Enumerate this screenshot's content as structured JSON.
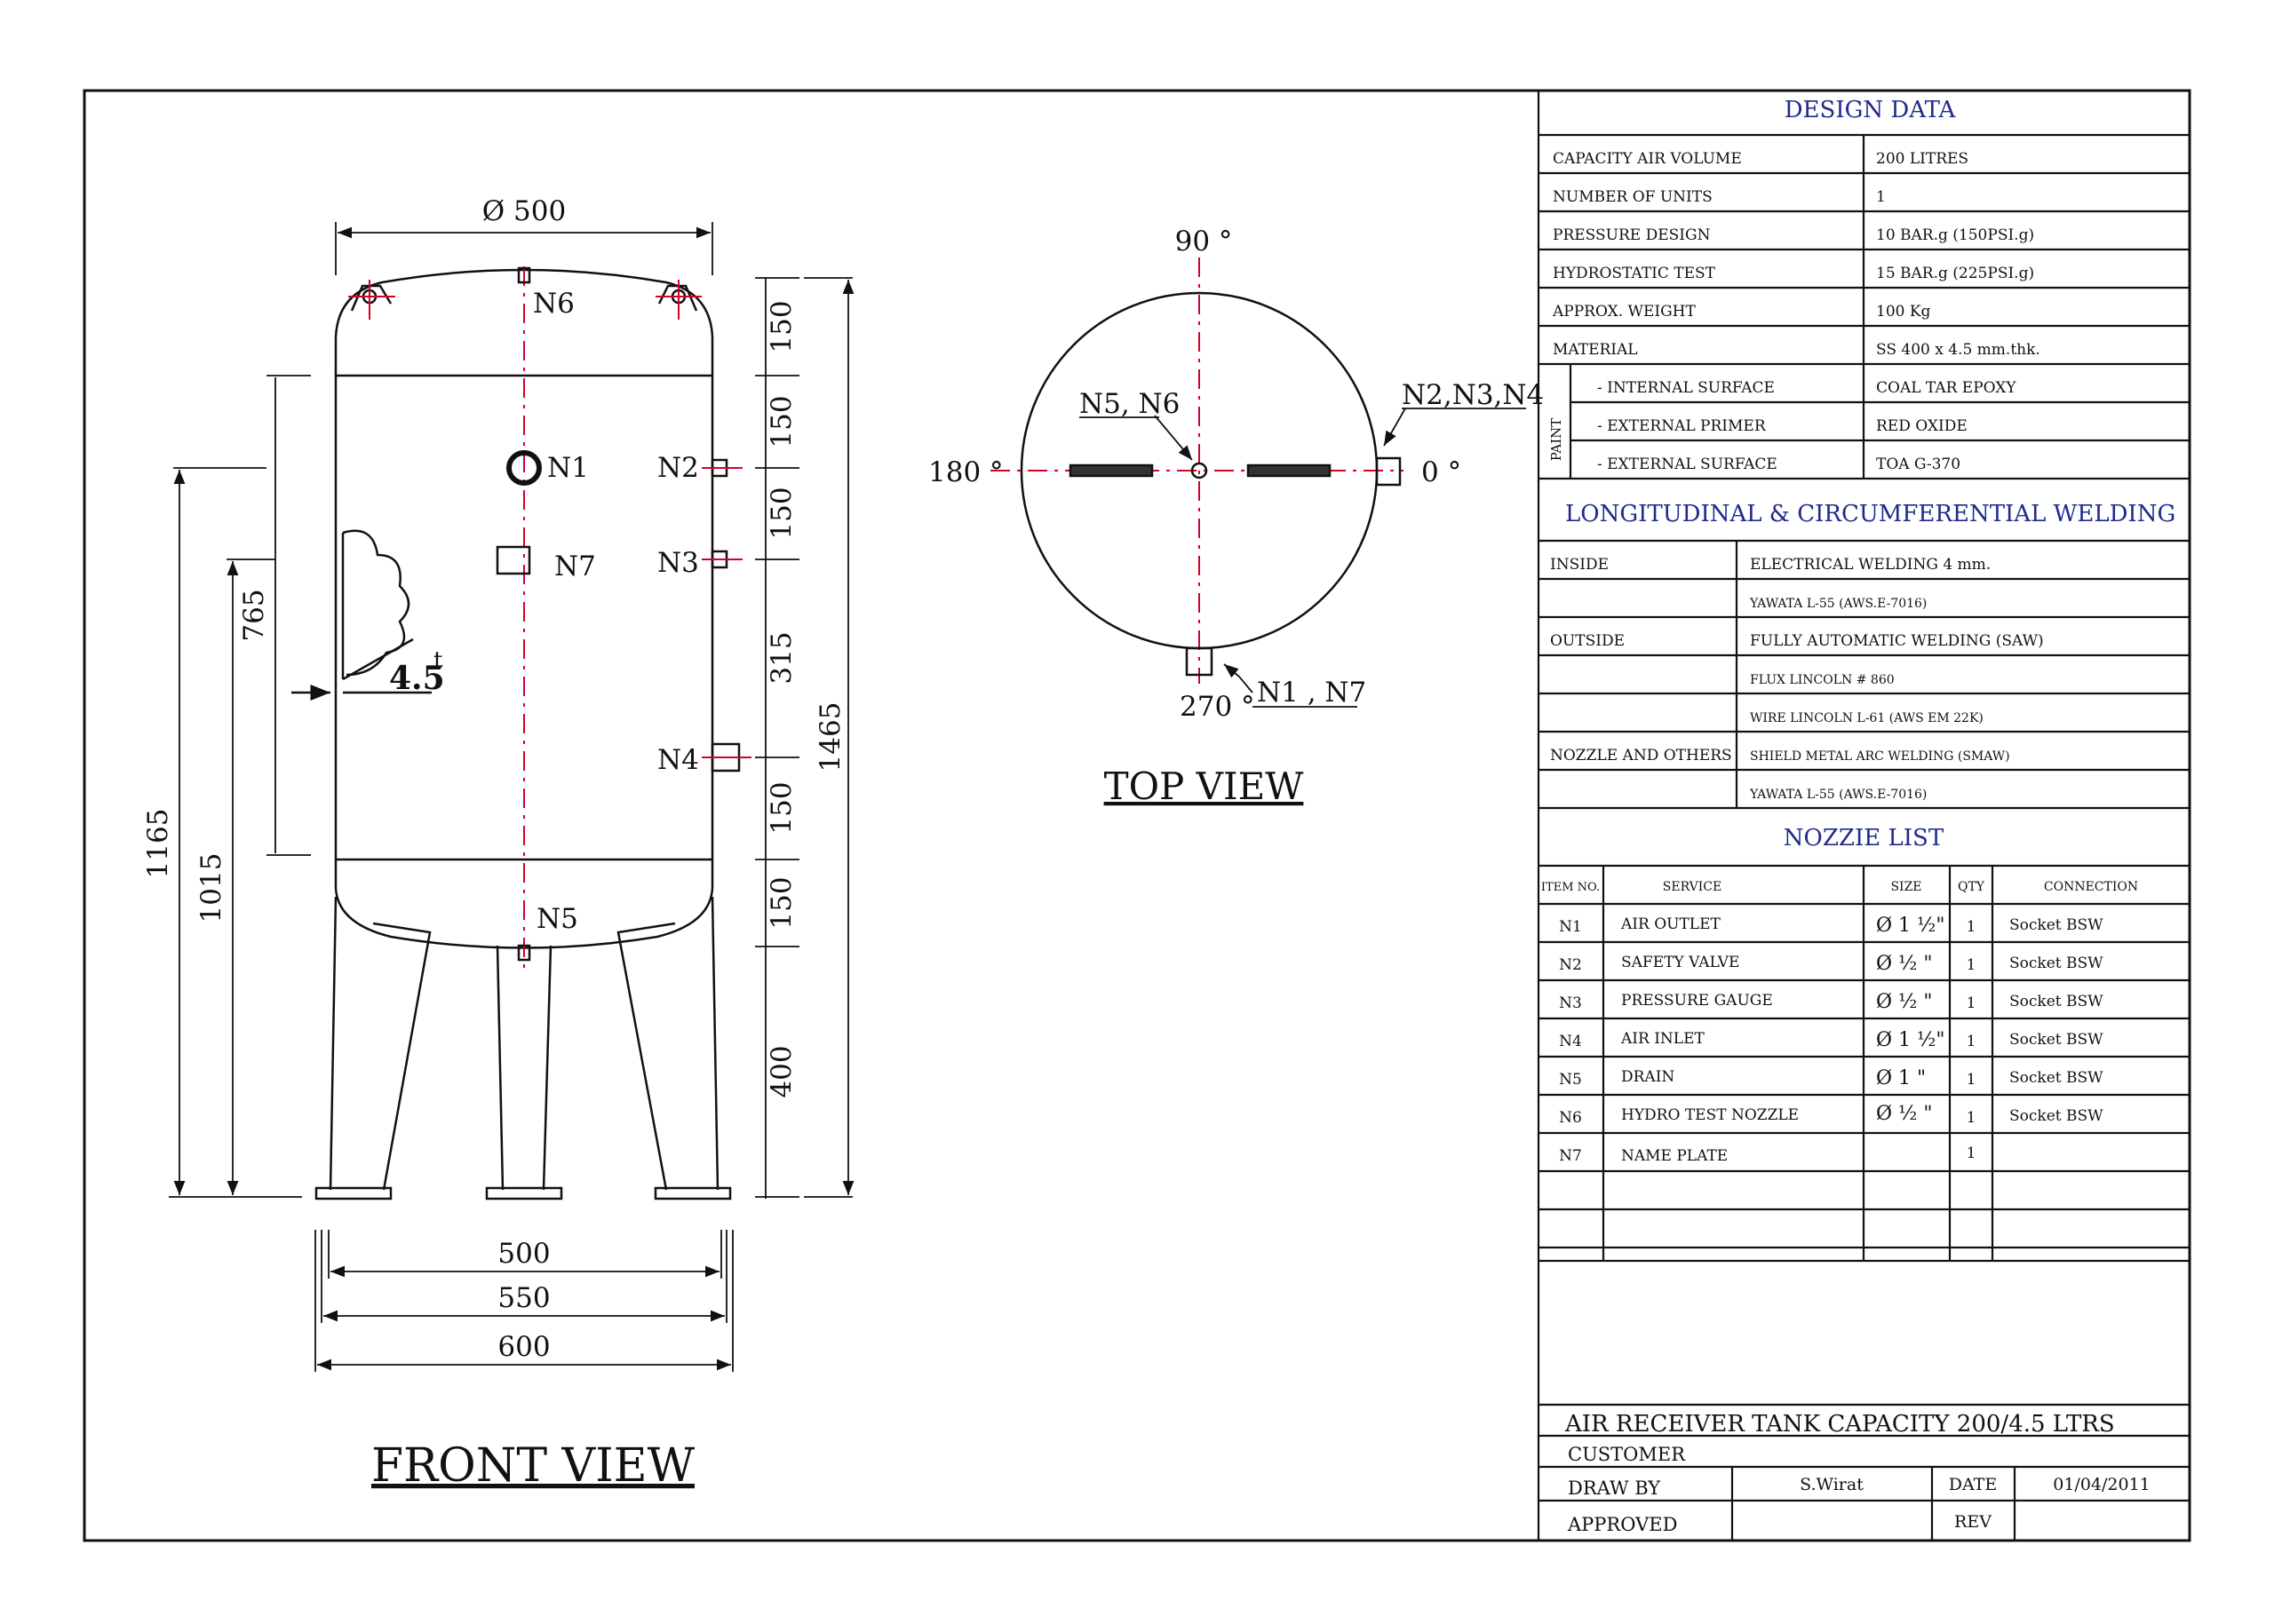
{
  "front_view": {
    "title": "FRONT VIEW",
    "dia_label": "Ø 500",
    "right_dims": [
      "150",
      "150",
      "150",
      "315",
      "150",
      "150",
      "400"
    ],
    "overall_height": "1465",
    "left_dims": [
      "765",
      "1015",
      "1165"
    ],
    "thickness": "4.5",
    "thickness_sup": "t",
    "bottom_dims": [
      "500",
      "550",
      "600"
    ],
    "nozzle_labels": {
      "n1": "N1",
      "n2": "N2",
      "n3": "N3",
      "n4": "N4",
      "n5": "N5",
      "n6": "N6",
      "n7": "N7"
    }
  },
  "top_view": {
    "title": "TOP VIEW",
    "angle_90": "90 °",
    "angle_180": "180 °",
    "angle_0": "0 °",
    "angle_270": "270 °",
    "label_center": "N5, N6",
    "label_right": "N2,N3,N4",
    "label_bottom": "N1 , N7"
  },
  "design_data": {
    "header": "DESIGN DATA",
    "rows": [
      {
        "label": "CAPACITY  AIR  VOLUME",
        "value": "200  LITRES"
      },
      {
        "label": "NUMBER OF UNITS",
        "value": "1"
      },
      {
        "label": "PRESSURE  DESIGN",
        "value": "10  BAR.g  (150PSI.g)"
      },
      {
        "label": "HYDROSTATIC  TEST",
        "value": "15  BAR.g  (225PSI.g)"
      },
      {
        "label": "APPROX. WEIGHT",
        "value": "100 Kg"
      },
      {
        "label": "MATERIAL",
        "value": "SS 400 x 4.5  mm.thk."
      }
    ],
    "paint_label": "PAINT",
    "paint_rows": [
      {
        "label": "- INTERNAL  SURFACE",
        "value": "COAL TAR EPOXY"
      },
      {
        "label": "- EXTERNAL  PRIMER",
        "value": "RED  OXIDE"
      },
      {
        "label": "- EXTERNAL  SURFACE",
        "value": "TOA G-370"
      }
    ]
  },
  "welding": {
    "header": "LONGITUDINAL & CIRCUMFERENTIAL WELDING",
    "rows": [
      {
        "label": "INSIDE",
        "value": "ELECTRICAL WELDING 4 mm."
      },
      {
        "label": "",
        "value": "YAWATA L-55 (AWS.E-7016)"
      },
      {
        "label": "OUTSIDE",
        "value": "FULLY AUTOMATIC WELDING (SAW)"
      },
      {
        "label": "",
        "value": "FLUX LINCOLN # 860"
      },
      {
        "label": "",
        "value": "WIRE LINCOLN L-61 (AWS EM 22K)"
      },
      {
        "label": "NOZZLE AND OTHERS",
        "value": "SHIELD METAL ARC WELDING (SMAW)"
      },
      {
        "label": "",
        "value": "YAWATA L-55 (AWS.E-7016)"
      }
    ]
  },
  "nozzle_list": {
    "header": "NOZZIE  LIST",
    "columns": [
      "ITEM NO.",
      "SERVICE",
      "SIZE",
      "QTY",
      "CONNECTION"
    ],
    "rows": [
      {
        "item": "N1",
        "service": "AIR OUTLET",
        "size": "Ø 1 ½\"",
        "qty": "1",
        "connection": "Socket  BSW"
      },
      {
        "item": "N2",
        "service": "SAFETY  VALVE",
        "size": "Ø ½ \"",
        "qty": "1",
        "connection": "Socket  BSW"
      },
      {
        "item": "N3",
        "service": "PRESSURE  GAUGE",
        "size": "Ø ½ \"",
        "qty": "1",
        "connection": "Socket  BSW"
      },
      {
        "item": "N4",
        "service": "AIR INLET",
        "size": "Ø 1 ½\"",
        "qty": "1",
        "connection": "Socket  BSW"
      },
      {
        "item": "N5",
        "service": "DRAIN",
        "size": "Ø 1 \"",
        "qty": "1",
        "connection": "Socket  BSW"
      },
      {
        "item": "N6",
        "service": "HYDRO TEST NOZZLE",
        "size": "Ø ½ \"",
        "qty": "1",
        "connection": "Socket  BSW"
      },
      {
        "item": "N7",
        "service": "NAME  PLATE",
        "size": "",
        "qty": "1",
        "connection": ""
      }
    ]
  },
  "title_block": {
    "title": "AIR RECEIVER TANK CAPACITY 200/4.5  LTRS",
    "customer_label": "CUSTOMER",
    "draw_by_label": "DRAW BY",
    "draw_by": "S.Wirat",
    "date_label": "DATE",
    "date": "01/04/2011",
    "approved_label": "APPROVED",
    "rev_label": "REV"
  }
}
